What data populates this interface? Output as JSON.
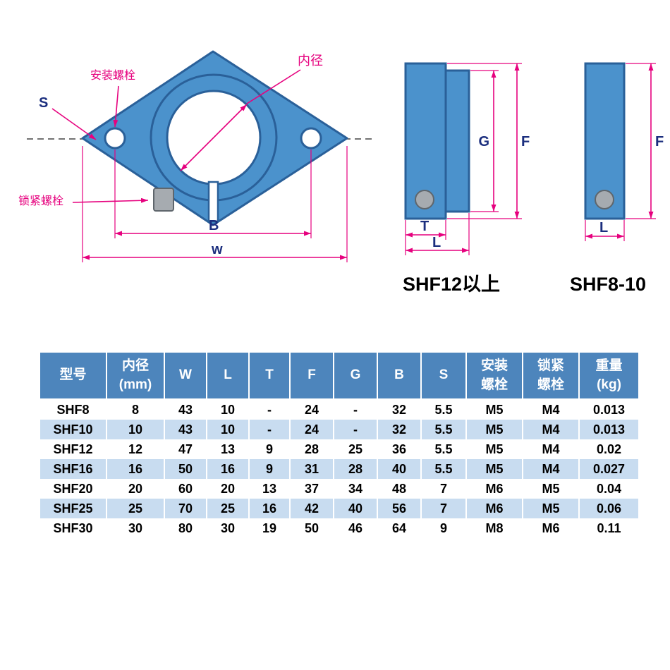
{
  "diagram": {
    "colors": {
      "part_fill": "#4b92cc",
      "part_stroke": "#2a6099",
      "dimension_line": "#e6017e",
      "dimension_letter": "#1b2e7e",
      "screw_fill": "#a6abb0"
    },
    "front_view": {
      "mount_bolt_label": "安装螺栓",
      "bore_label": "内径",
      "lock_bolt_label": "锁紧螺栓",
      "dim_s": "S",
      "dim_b": "B",
      "dim_w": "w"
    },
    "side_view_large": {
      "caption": "SHF12以上",
      "dim_g": "G",
      "dim_f": "F",
      "dim_t": "T",
      "dim_l": "L"
    },
    "side_view_small": {
      "caption": "SHF8-10",
      "dim_f": "F",
      "dim_l": "L"
    }
  },
  "table": {
    "headers": [
      {
        "key": "model",
        "line1": "型号",
        "line2": ""
      },
      {
        "key": "bore",
        "line1": "内径",
        "line2": "(mm)"
      },
      {
        "key": "w",
        "line1": "W",
        "line2": ""
      },
      {
        "key": "l",
        "line1": "L",
        "line2": ""
      },
      {
        "key": "t",
        "line1": "T",
        "line2": ""
      },
      {
        "key": "f",
        "line1": "F",
        "line2": ""
      },
      {
        "key": "g",
        "line1": "G",
        "line2": ""
      },
      {
        "key": "b",
        "line1": "B",
        "line2": ""
      },
      {
        "key": "s",
        "line1": "S",
        "line2": ""
      },
      {
        "key": "mount-bolt",
        "line1": "安装",
        "line2": "螺栓"
      },
      {
        "key": "lock-bolt",
        "line1": "锁紧",
        "line2": "螺栓"
      },
      {
        "key": "weight",
        "line1": "重量",
        "line2": "(kg)"
      }
    ],
    "rows": [
      [
        "SHF8",
        "8",
        "43",
        "10",
        "-",
        "24",
        "-",
        "32",
        "5.5",
        "M5",
        "M4",
        "0.013"
      ],
      [
        "SHF10",
        "10",
        "43",
        "10",
        "-",
        "24",
        "-",
        "32",
        "5.5",
        "M5",
        "M4",
        "0.013"
      ],
      [
        "SHF12",
        "12",
        "47",
        "13",
        "9",
        "28",
        "25",
        "36",
        "5.5",
        "M5",
        "M4",
        "0.02"
      ],
      [
        "SHF16",
        "16",
        "50",
        "16",
        "9",
        "31",
        "28",
        "40",
        "5.5",
        "M5",
        "M4",
        "0.027"
      ],
      [
        "SHF20",
        "20",
        "60",
        "20",
        "13",
        "37",
        "34",
        "48",
        "7",
        "M6",
        "M5",
        "0.04"
      ],
      [
        "SHF25",
        "25",
        "70",
        "25",
        "16",
        "42",
        "40",
        "56",
        "7",
        "M6",
        "M5",
        "0.06"
      ],
      [
        "SHF30",
        "30",
        "80",
        "30",
        "19",
        "50",
        "46",
        "64",
        "9",
        "M8",
        "M6",
        "0.11"
      ]
    ]
  }
}
